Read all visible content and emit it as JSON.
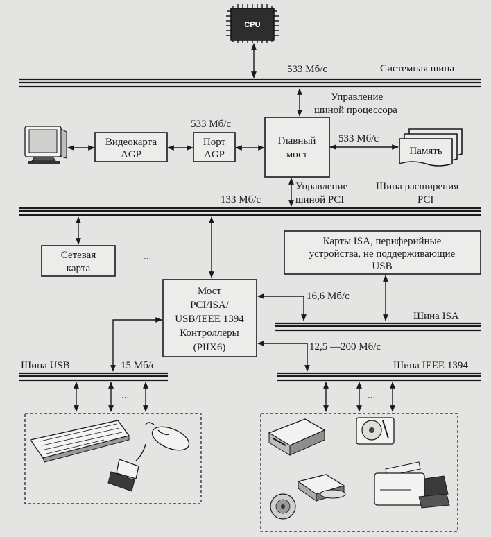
{
  "cpu": {
    "label": "CPU"
  },
  "system_bus": {
    "label": "Системная шина",
    "speed": "533 Мб/с"
  },
  "cpu_bus_control": {
    "line1": "Управление",
    "line2": "шиной процессора"
  },
  "video_card": {
    "line1": "Видеокарта",
    "line2": "AGP"
  },
  "agp_port": {
    "line1": "Порт",
    "line2": "AGP",
    "speed": "533 Мб/с"
  },
  "main_bridge": {
    "line1": "Главный",
    "line2": "мост"
  },
  "memory": {
    "label": "Память",
    "speed": "533 Мб/с"
  },
  "pci_control": {
    "line1": "Управление",
    "line2": "шиной PCI"
  },
  "pci_expansion": {
    "line1": "Шина расширения",
    "line2": "PCI"
  },
  "pci_bus": {
    "speed": "133 Мб/с"
  },
  "network_card": {
    "line1": "Сетевая",
    "line2": "карта"
  },
  "isa_cards": {
    "line1": "Карты ISA, периферийные",
    "line2": "устройства, не поддерживающие",
    "line3": "USB"
  },
  "ellipsis": "...",
  "piix_bridge": {
    "line1": "Мост",
    "line2": "PCI/ISA/",
    "line3": "USB/IEEE 1394",
    "line4": "Контроллеры",
    "line5": "(PIIX6)"
  },
  "isa_bus": {
    "label": "Шина ISA",
    "speed": "16,6 Мб/с"
  },
  "usb_bus": {
    "label": "Шина USB",
    "speed": "15 Мб/с"
  },
  "ieee_bus": {
    "label": "Шина IEEE 1394",
    "speed": "12,5 —200 Мб/с"
  }
}
